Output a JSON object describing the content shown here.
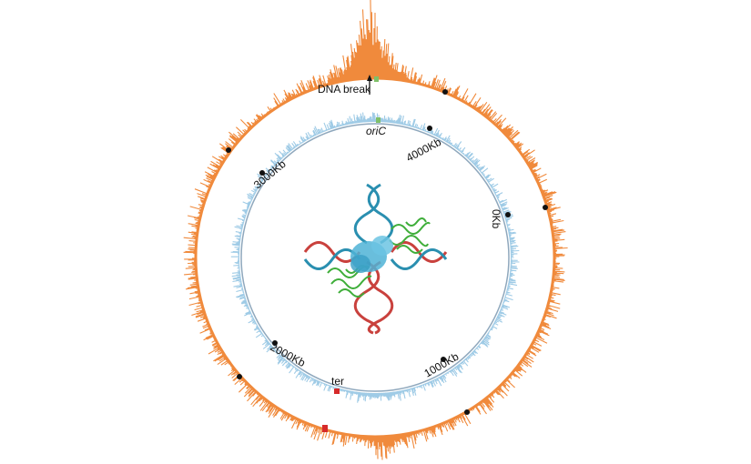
{
  "labels": {
    "dna_break": "DNA break",
    "oric": "oriC",
    "ter": "ter",
    "kb0": "0Kb",
    "kb1000": "1000Kb",
    "kb2000": "2000Kb",
    "kb3000": "3000Kb",
    "kb4000": "4000Kb"
  },
  "colors": {
    "outer_track": "#f08a3c",
    "inner_track": "#9fcbe6",
    "inner_ring_line": "#8fa8bd",
    "oric_marker": "#7fc06a",
    "ter_marker": "#d62a2a",
    "tick_marker": "#111111",
    "dna_blue": "#2a8fb0",
    "dna_red": "#c9413d",
    "protein_green": "#3fae3a",
    "protein_blue": "#4fb3d6"
  },
  "icons": {
    "center": "dna-protein-complex-icon"
  }
}
